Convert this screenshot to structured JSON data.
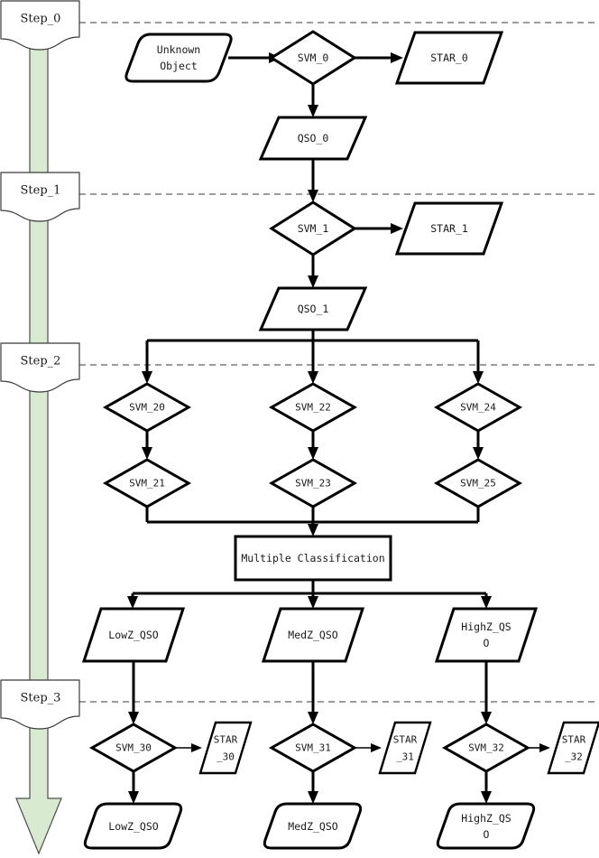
{
  "diagram": {
    "title": "Quasar / Star SVM classification pipeline flowchart",
    "background_color": "#ffffff",
    "line_color": "#000000",
    "step_band_color": "#d8ead0",
    "steps": [
      {
        "id": "step0",
        "label": "Step_0"
      },
      {
        "id": "step1",
        "label": "Step_1"
      },
      {
        "id": "step2",
        "label": "Step_2"
      },
      {
        "id": "step3",
        "label": "Step_3"
      }
    ],
    "nodes": {
      "unknown_object": {
        "label_line1": "Unknown",
        "label_line2": "Object",
        "shape": "rounded-parallelogram"
      },
      "svm_0": {
        "label": "SVM_0",
        "shape": "diamond"
      },
      "star_0": {
        "label": "STAR_0",
        "shape": "parallelogram"
      },
      "qso_0": {
        "label": "QSO_0",
        "shape": "parallelogram"
      },
      "svm_1": {
        "label": "SVM_1",
        "shape": "diamond"
      },
      "star_1": {
        "label": "STAR_1",
        "shape": "parallelogram"
      },
      "qso_1": {
        "label": "QSO_1",
        "shape": "parallelogram"
      },
      "svm_20": {
        "label": "SVM_20",
        "shape": "diamond"
      },
      "svm_21": {
        "label": "SVM_21",
        "shape": "diamond"
      },
      "svm_22": {
        "label": "SVM_22",
        "shape": "diamond"
      },
      "svm_23": {
        "label": "SVM_23",
        "shape": "diamond"
      },
      "svm_24": {
        "label": "SVM_24",
        "shape": "diamond"
      },
      "svm_25": {
        "label": "SVM_25",
        "shape": "diamond"
      },
      "multiple_classification": {
        "label": "Multiple Classification",
        "shape": "rectangle"
      },
      "lowz_qso_mid": {
        "label": "LowZ_QSO",
        "shape": "parallelogram"
      },
      "medz_qso_mid": {
        "label": "MedZ_QSO",
        "shape": "parallelogram"
      },
      "highz_qso_mid": {
        "label_line1": "HighZ_QS",
        "label_line2": "O",
        "shape": "parallelogram"
      },
      "svm_30": {
        "label": "SVM_30",
        "shape": "diamond"
      },
      "svm_31": {
        "label": "SVM_31",
        "shape": "diamond"
      },
      "svm_32": {
        "label": "SVM_32",
        "shape": "diamond"
      },
      "star_30": {
        "label_line1": "STAR",
        "label_line2": "_30",
        "shape": "parallelogram"
      },
      "star_31": {
        "label_line1": "STAR",
        "label_line2": "_31",
        "shape": "parallelogram"
      },
      "star_32": {
        "label_line1": "STAR",
        "label_line2": "_32",
        "shape": "parallelogram"
      },
      "lowz_qso_out": {
        "label": "LowZ_QSO",
        "shape": "rounded-parallelogram"
      },
      "medz_qso_out": {
        "label": "MedZ_QSO",
        "shape": "rounded-parallelogram"
      },
      "highz_qso_out": {
        "label_line1": "HighZ_QS",
        "label_line2": "O",
        "shape": "rounded-parallelogram"
      }
    }
  }
}
